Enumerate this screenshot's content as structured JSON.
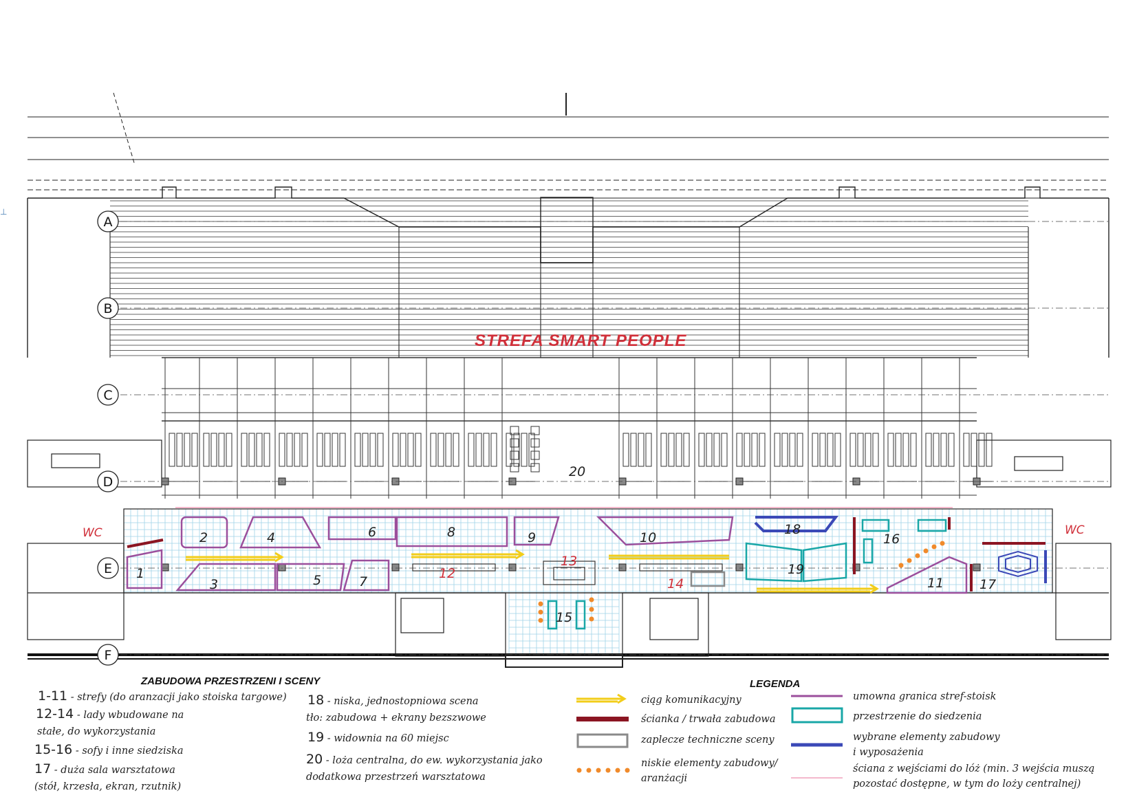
{
  "title": "STREFA SMART PEOPLE",
  "grid_axes": [
    "A",
    "B",
    "C",
    "D",
    "E",
    "F"
  ],
  "wc_labels": [
    "WC",
    "WC"
  ],
  "zones": [
    {
      "id": "1"
    },
    {
      "id": "2"
    },
    {
      "id": "3"
    },
    {
      "id": "4"
    },
    {
      "id": "5"
    },
    {
      "id": "6"
    },
    {
      "id": "7"
    },
    {
      "id": "8"
    },
    {
      "id": "9"
    },
    {
      "id": "10"
    },
    {
      "id": "11"
    },
    {
      "id": "12"
    },
    {
      "id": "13"
    },
    {
      "id": "14"
    },
    {
      "id": "15"
    },
    {
      "id": "16"
    },
    {
      "id": "17"
    },
    {
      "id": "18"
    },
    {
      "id": "19"
    },
    {
      "id": "20"
    }
  ],
  "colors": {
    "zone_border": "#9b4f9c",
    "seating": "#19a7a7",
    "wall": "#8b1522",
    "tech": "#8a8a8a",
    "equipment": "#3b49b7",
    "low_elements": "#f08a2a",
    "traffic": "#f2cd1a",
    "grid": "#9fd3e8",
    "accent_text": "#d0303a",
    "pink_wall": "#f4b8cc"
  },
  "section_heading": "ZABUDOWA PRZESTRZENI I SCENY",
  "descriptions_left": [
    {
      "num": "1-11",
      "text": " - strefy (do aranzacji jako stoiska targowe)"
    },
    {
      "num": "12-14",
      "text": " - lady wbudowane na"
    },
    {
      "num": "",
      "text": "stałe, do wykorzystania"
    },
    {
      "num": "15-16",
      "text": " - sofy i inne siedziska"
    },
    {
      "num": "17",
      "text": " - duża sala warsztatowa"
    },
    {
      "num": "",
      "text": "(stół, krzesła, ekran, rzutnik)"
    }
  ],
  "descriptions_right": [
    {
      "num": "18",
      "text": " - niska, jednostopniowa scena"
    },
    {
      "num": "",
      "text": "tło: zabudowa + ekrany bezszwowe"
    },
    {
      "num": "19",
      "text": " - widownia na 60 miejsc"
    },
    {
      "num": "20",
      "text": " - loża centralna, do ew. wykorzystania jako"
    },
    {
      "num": "",
      "text": "dodatkowa przestrzeń warsztatowa"
    }
  ],
  "legend_heading": "LEGENDA",
  "legend": [
    {
      "icon": "yellow-arrow-icon",
      "label": "ciąg komunikacyjny"
    },
    {
      "icon": "dark-red-bar-icon",
      "label": "ścianka / trwała zabudowa"
    },
    {
      "icon": "gray-rectangle-icon",
      "label": "zaplecze techniczne sceny"
    },
    {
      "icon": "orange-dots-icon",
      "label": "niskie elementy zabudowy/"
    },
    {
      "icon": "",
      "label": "aranżacji"
    },
    {
      "icon": "purple-line-icon",
      "label": "umowna granica stref-stoisk"
    },
    {
      "icon": "teal-rectangle-icon",
      "label": "przestrzenie do siedzenia"
    },
    {
      "icon": "blue-line-icon",
      "label": "wybrane elementy zabudowy"
    },
    {
      "icon": "",
      "label": "i wyposażenia"
    },
    {
      "icon": "pink-line-icon",
      "label": "ściana z wejściami do lóż (min. 3 wejścia muszą"
    },
    {
      "icon": "",
      "label": "pozostać dostępne, w tym do loży centralnej)"
    }
  ]
}
